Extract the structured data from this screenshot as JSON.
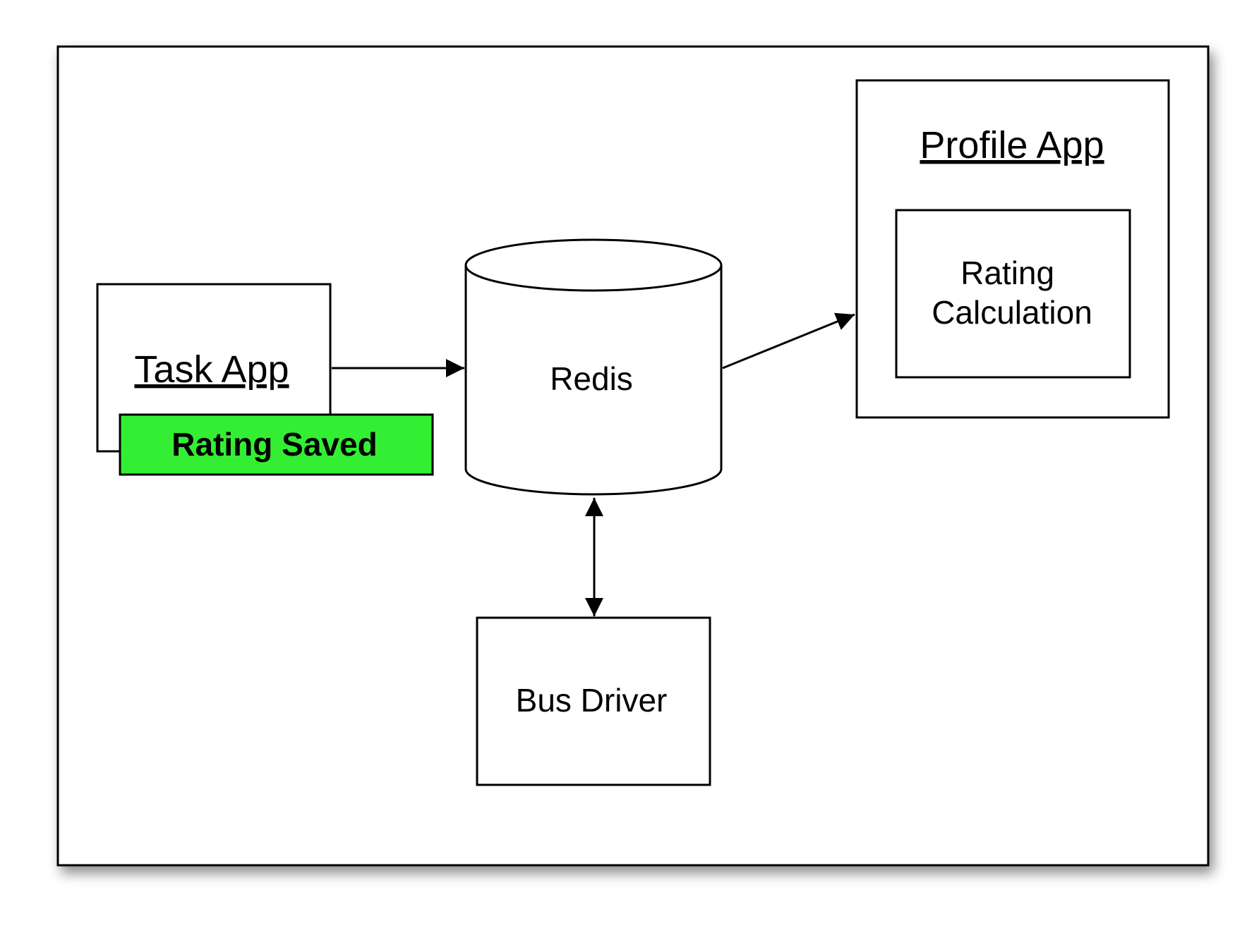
{
  "diagram": {
    "nodes": {
      "task_app": {
        "label": "Task App"
      },
      "rating_saved": {
        "label": "Rating Saved"
      },
      "redis": {
        "label": "Redis"
      },
      "profile_app": {
        "label": "Profile App"
      },
      "rating_calculation": {
        "line1": "Rating",
        "line2": "Calculation"
      },
      "bus_driver": {
        "label": "Bus Driver"
      }
    },
    "edges": [
      {
        "from": "Task App",
        "to": "Redis",
        "direction": "forward"
      },
      {
        "from": "Redis",
        "to": "Profile App",
        "direction": "forward"
      },
      {
        "from": "Redis",
        "to": "Bus Driver",
        "direction": "both"
      }
    ],
    "colors": {
      "rating_saved_fill": "#33ee33",
      "stroke": "#000000",
      "background": "#ffffff"
    }
  }
}
